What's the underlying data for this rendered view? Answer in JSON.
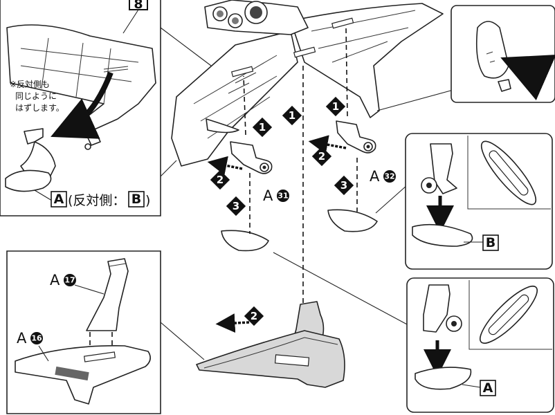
{
  "top_left_step": "8",
  "note_lines": [
    "※反対側も",
    "同じように",
    "はずします。"
  ],
  "opposite_label": {
    "prefix_letter": "A",
    "text": "(反対側：",
    "letter": "B",
    "suffix": ")"
  },
  "steps": [
    "1",
    "2",
    "3"
  ],
  "parts": {
    "a31": {
      "letter": "A",
      "num": "31"
    },
    "a32": {
      "letter": "A",
      "num": "32"
    },
    "a17": {
      "letter": "A",
      "num": "17"
    },
    "a16": {
      "letter": "A",
      "num": "16"
    }
  },
  "detail_labels": {
    "right_upper": "B",
    "right_lower": "A"
  }
}
